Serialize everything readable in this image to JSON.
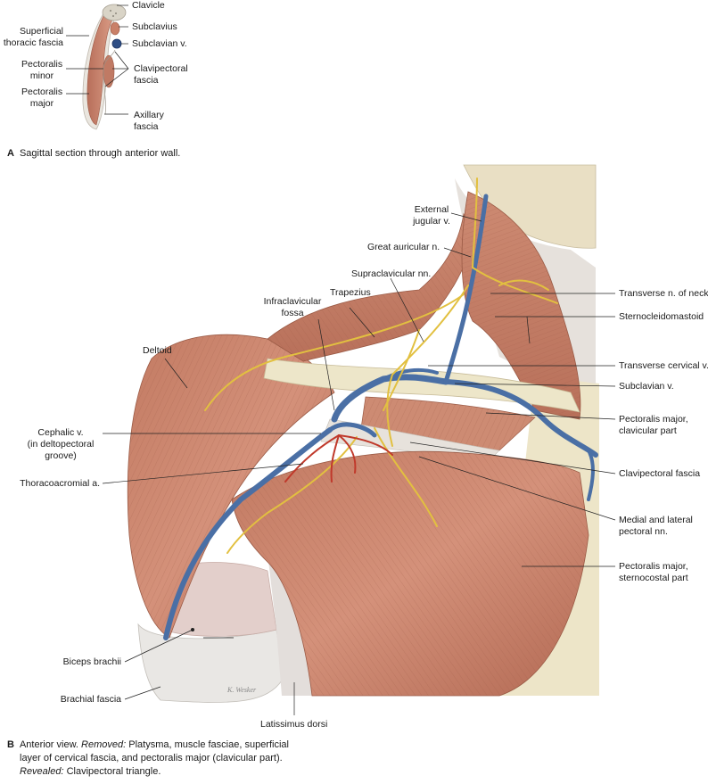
{
  "panel_a": {
    "labels": {
      "clavicle": "Clavicle",
      "subclavius": "Subclavius",
      "subclavian_v": "Subclavian v.",
      "superficial_thoracic_fascia_1": "Superficial",
      "superficial_thoracic_fascia_2": "thoracic fascia",
      "pectoralis_minor_1": "Pectoralis",
      "pectoralis_minor_2": "minor",
      "pectoralis_major_1": "Pectoralis",
      "pectoralis_major_2": "major",
      "clavipectoral_fascia_1": "Clavipectoral",
      "clavipectoral_fascia_2": "fascia",
      "axillary_fascia_1": "Axillary",
      "axillary_fascia_2": "fascia"
    },
    "caption_letter": "A",
    "caption_text": "Sagittal section through anterior wall."
  },
  "panel_b": {
    "labels": {
      "external_jugular_1": "External",
      "external_jugular_2": "jugular v.",
      "great_auricular": "Great auricular n.",
      "supraclavicular": "Supraclavicular nn.",
      "infraclavicular_1": "Infraclavicular",
      "infraclavicular_2": "fossa",
      "trapezius": "Trapezius",
      "deltoid": "Deltoid",
      "transverse_n_neck": "Transverse n. of neck",
      "sternocleidomastoid": "Sternocleidomastoid",
      "transverse_cervical_v": "Transverse cervical v.",
      "subclavian_v": "Subclavian v.",
      "pect_major_clav_1": "Pectoralis major,",
      "pect_major_clav_2": "clavicular part",
      "cephalic_1": "Cephalic v.",
      "cephalic_2": "(in deltopectoral",
      "cephalic_3": "groove)",
      "clavipectoral_fascia": "Clavipectoral fascia",
      "thoracoacromial": "Thoracoacromial a.",
      "pectoral_nn_1": "Medial and lateral",
      "pectoral_nn_2": "pectoral nn.",
      "pect_major_stern_1": "Pectoralis major,",
      "pect_major_stern_2": "sternocostal part",
      "biceps": "Biceps brachii",
      "brachial_fascia": "Brachial fascia",
      "latissimus": "Latissimus dorsi"
    },
    "caption_letter": "B",
    "caption_line1_plain": "Anterior view. ",
    "caption_removed_label": "Removed:",
    "caption_line1_rest": " Platysma, muscle fasciae, superficial",
    "caption_line2": "layer of cervical fascia, and pectoralis major (clavicular part).",
    "caption_revealed_label": "Revealed:",
    "caption_line3_rest": " Clavipectoral triangle."
  },
  "colors": {
    "muscle": "#c9826b",
    "muscle_dark": "#a85c48",
    "vein": "#4a6fa5",
    "nerve": "#e2c040",
    "artery": "#c0392b",
    "fascia": "#e8e4dc",
    "bone": "#ece4c8"
  }
}
